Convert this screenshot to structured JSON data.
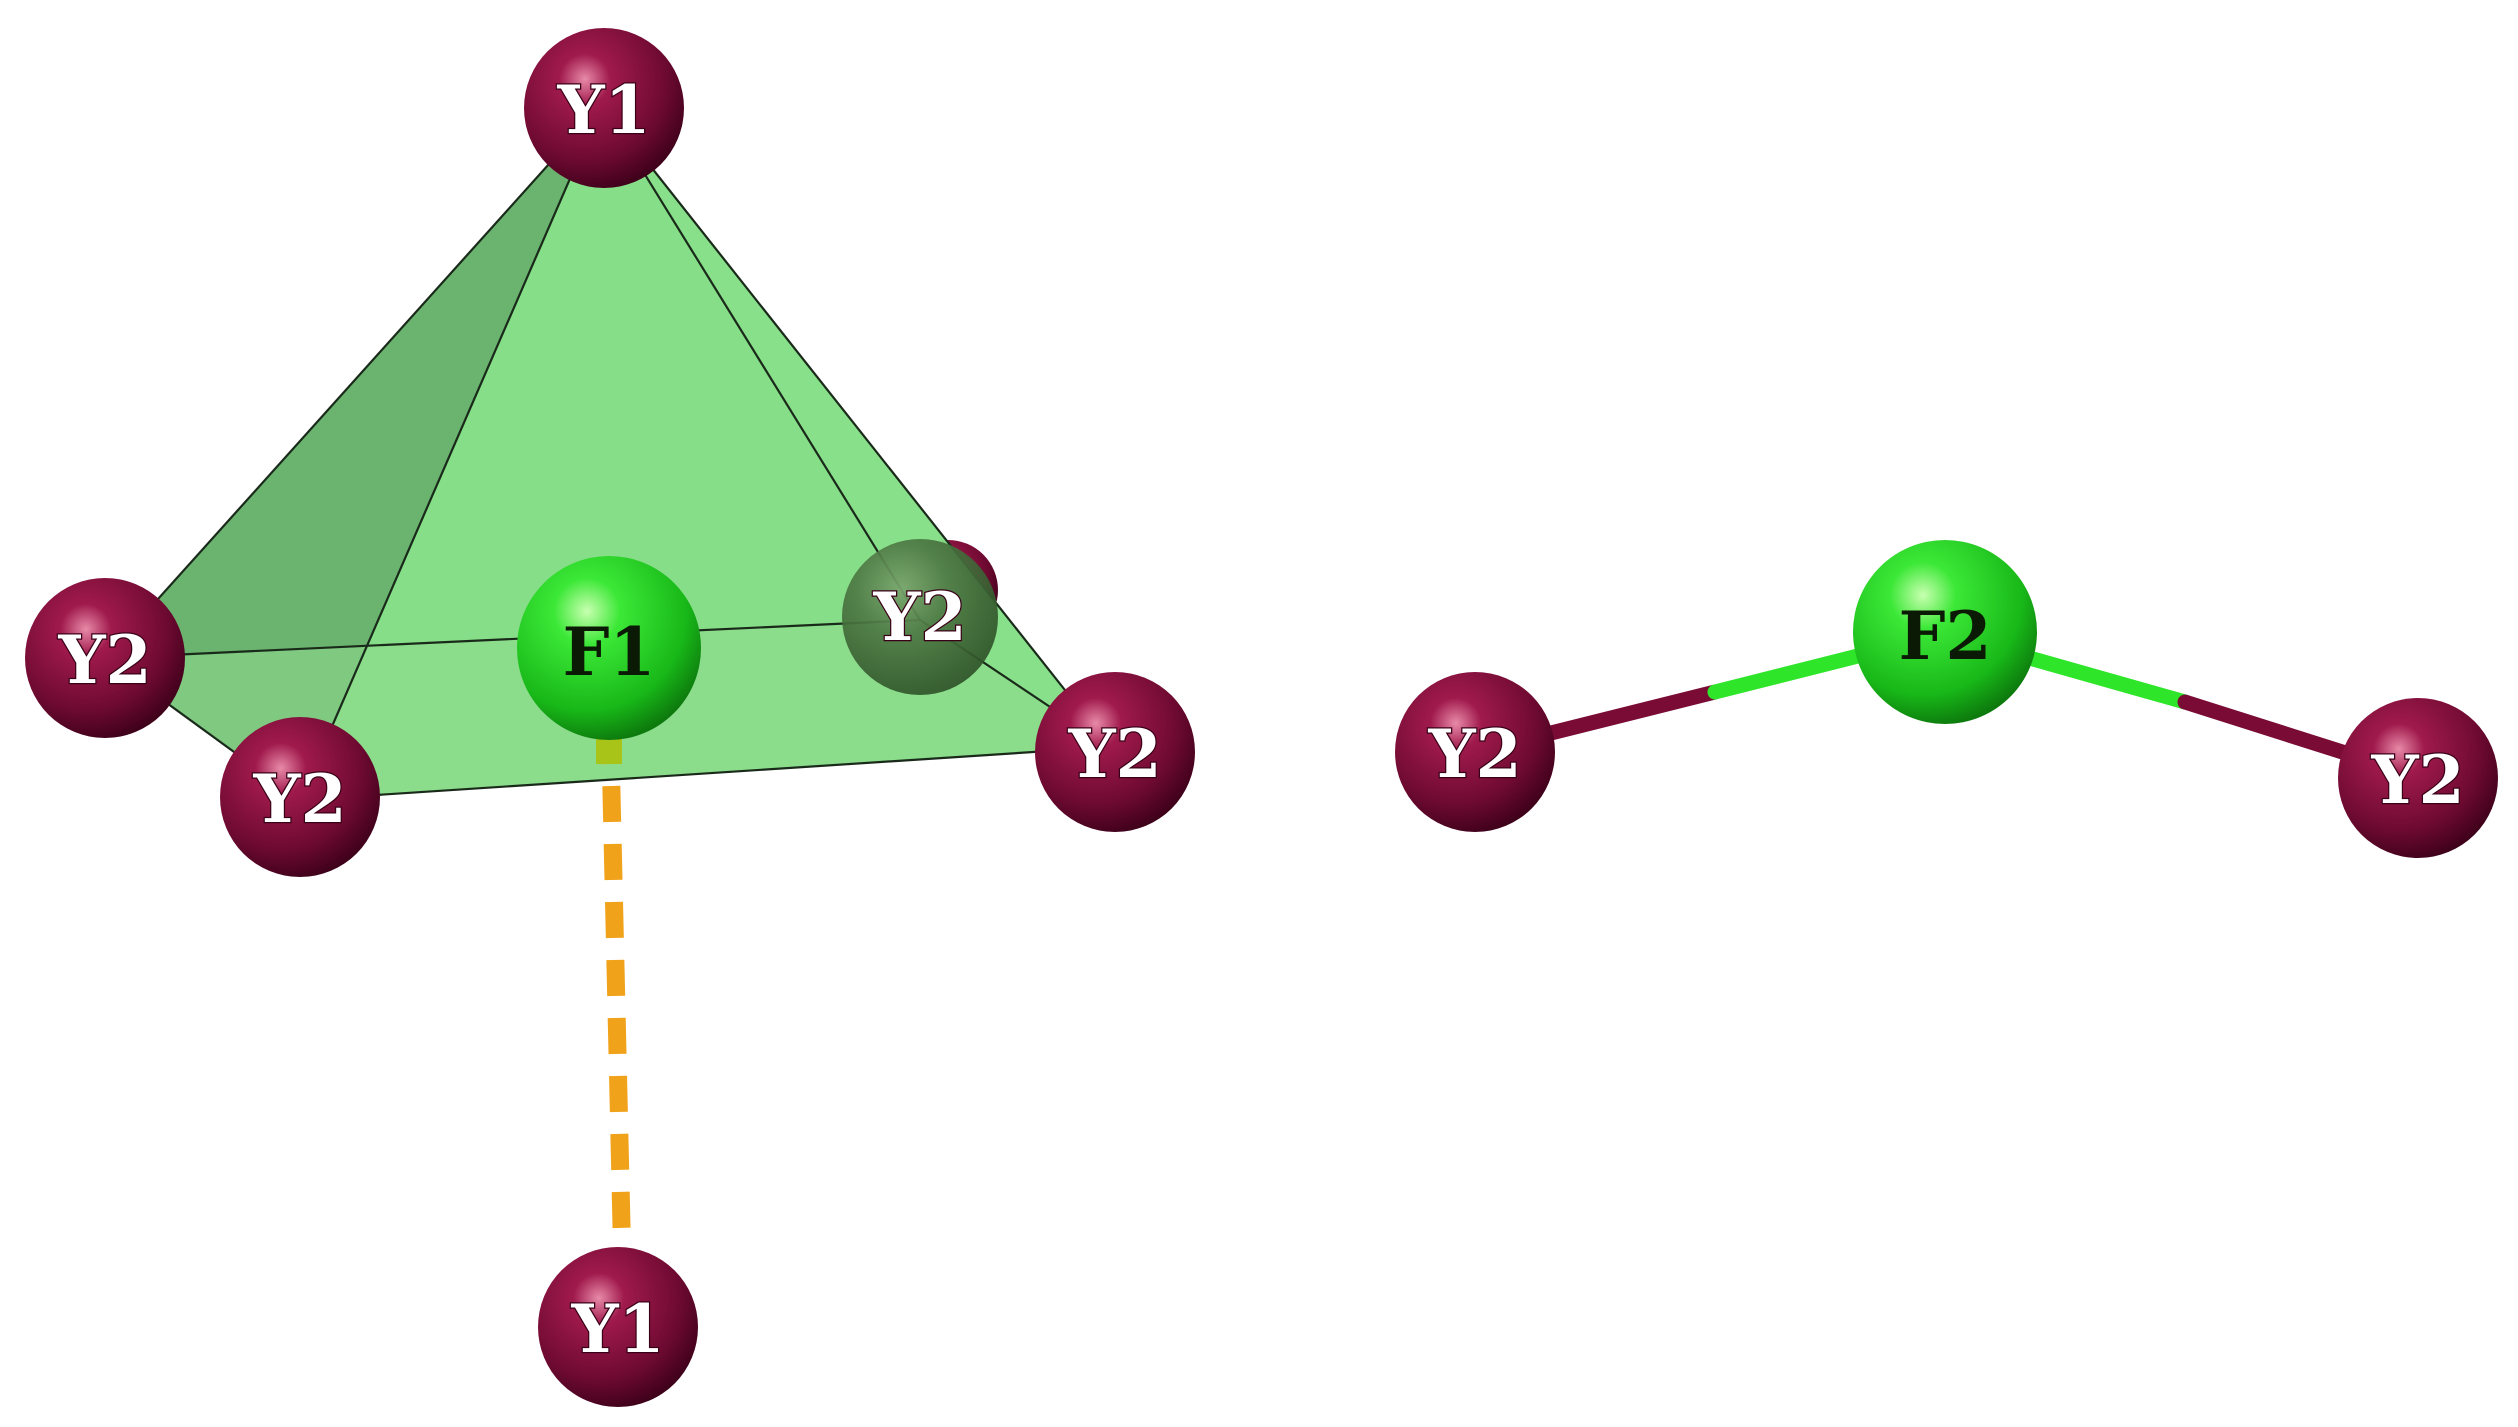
{
  "colors": {
    "yttrium": "#7a0b35",
    "yttrium_highlight": "#d86a8e",
    "fluorine": "#22d11e",
    "fluorine_highlight": "#b8ff9e",
    "polyhedron": "#5fd36a",
    "long_contact": "#f0a21a",
    "background": "#ffffff"
  },
  "left_cluster": {
    "top_y1": {
      "label": "Y1"
    },
    "left_y2": {
      "label": "Y2"
    },
    "front_y2": {
      "label": "Y2"
    },
    "back_y2": {
      "label": "Y2"
    },
    "right_y2": {
      "label": "Y2"
    },
    "center_f1": {
      "label": "F1"
    },
    "bottom_y1": {
      "label": "Y1"
    }
  },
  "right_cluster": {
    "center_f2": {
      "label": "F2"
    },
    "left_y2": {
      "label": "Y2"
    },
    "right_y2": {
      "label": "Y2"
    }
  }
}
